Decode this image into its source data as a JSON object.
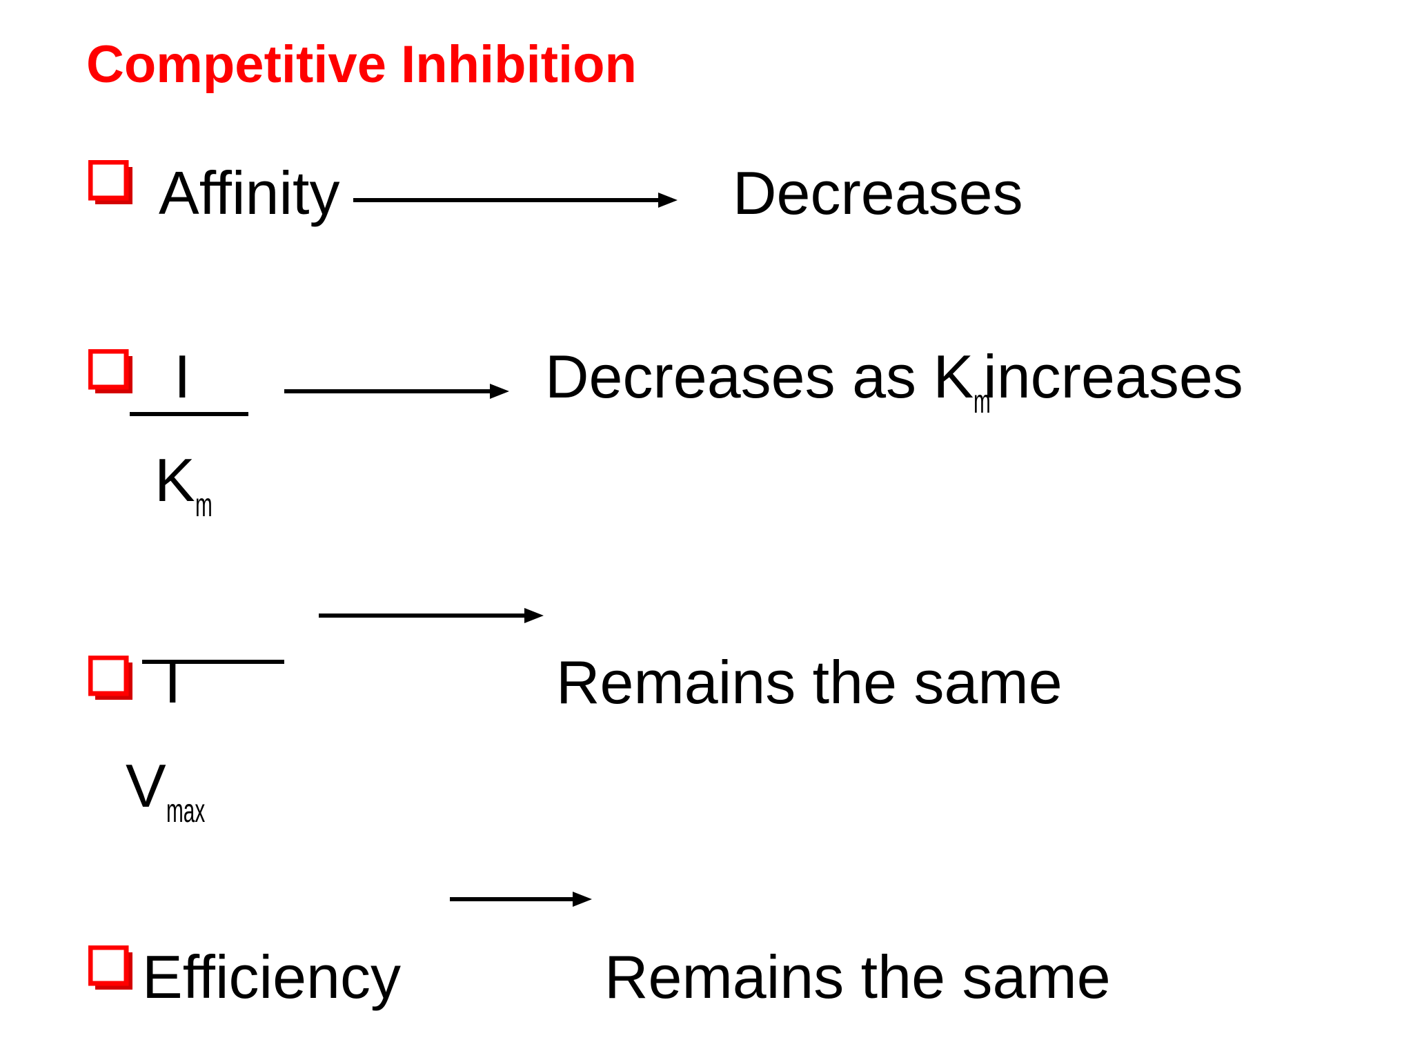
{
  "slide": {
    "title": "Competitive Inhibition",
    "accent_color": "#ff0000",
    "text_color": "#000000",
    "bullet_icon": "red-checkbox-bullet",
    "rows": [
      {
        "label": "Affinity",
        "result": "Decreases"
      },
      {
        "numerator": "I",
        "denominator_base": "K",
        "denominator_sub": "m",
        "result_prefix": "Decreases as K",
        "result_sub": "m",
        "result_suffix": "increases"
      },
      {
        "numerator": "I",
        "denominator_base": "V",
        "denominator_sub": "max",
        "result": "Remains the same"
      },
      {
        "label": "Efficiency",
        "result": "Remains the same"
      }
    ]
  }
}
